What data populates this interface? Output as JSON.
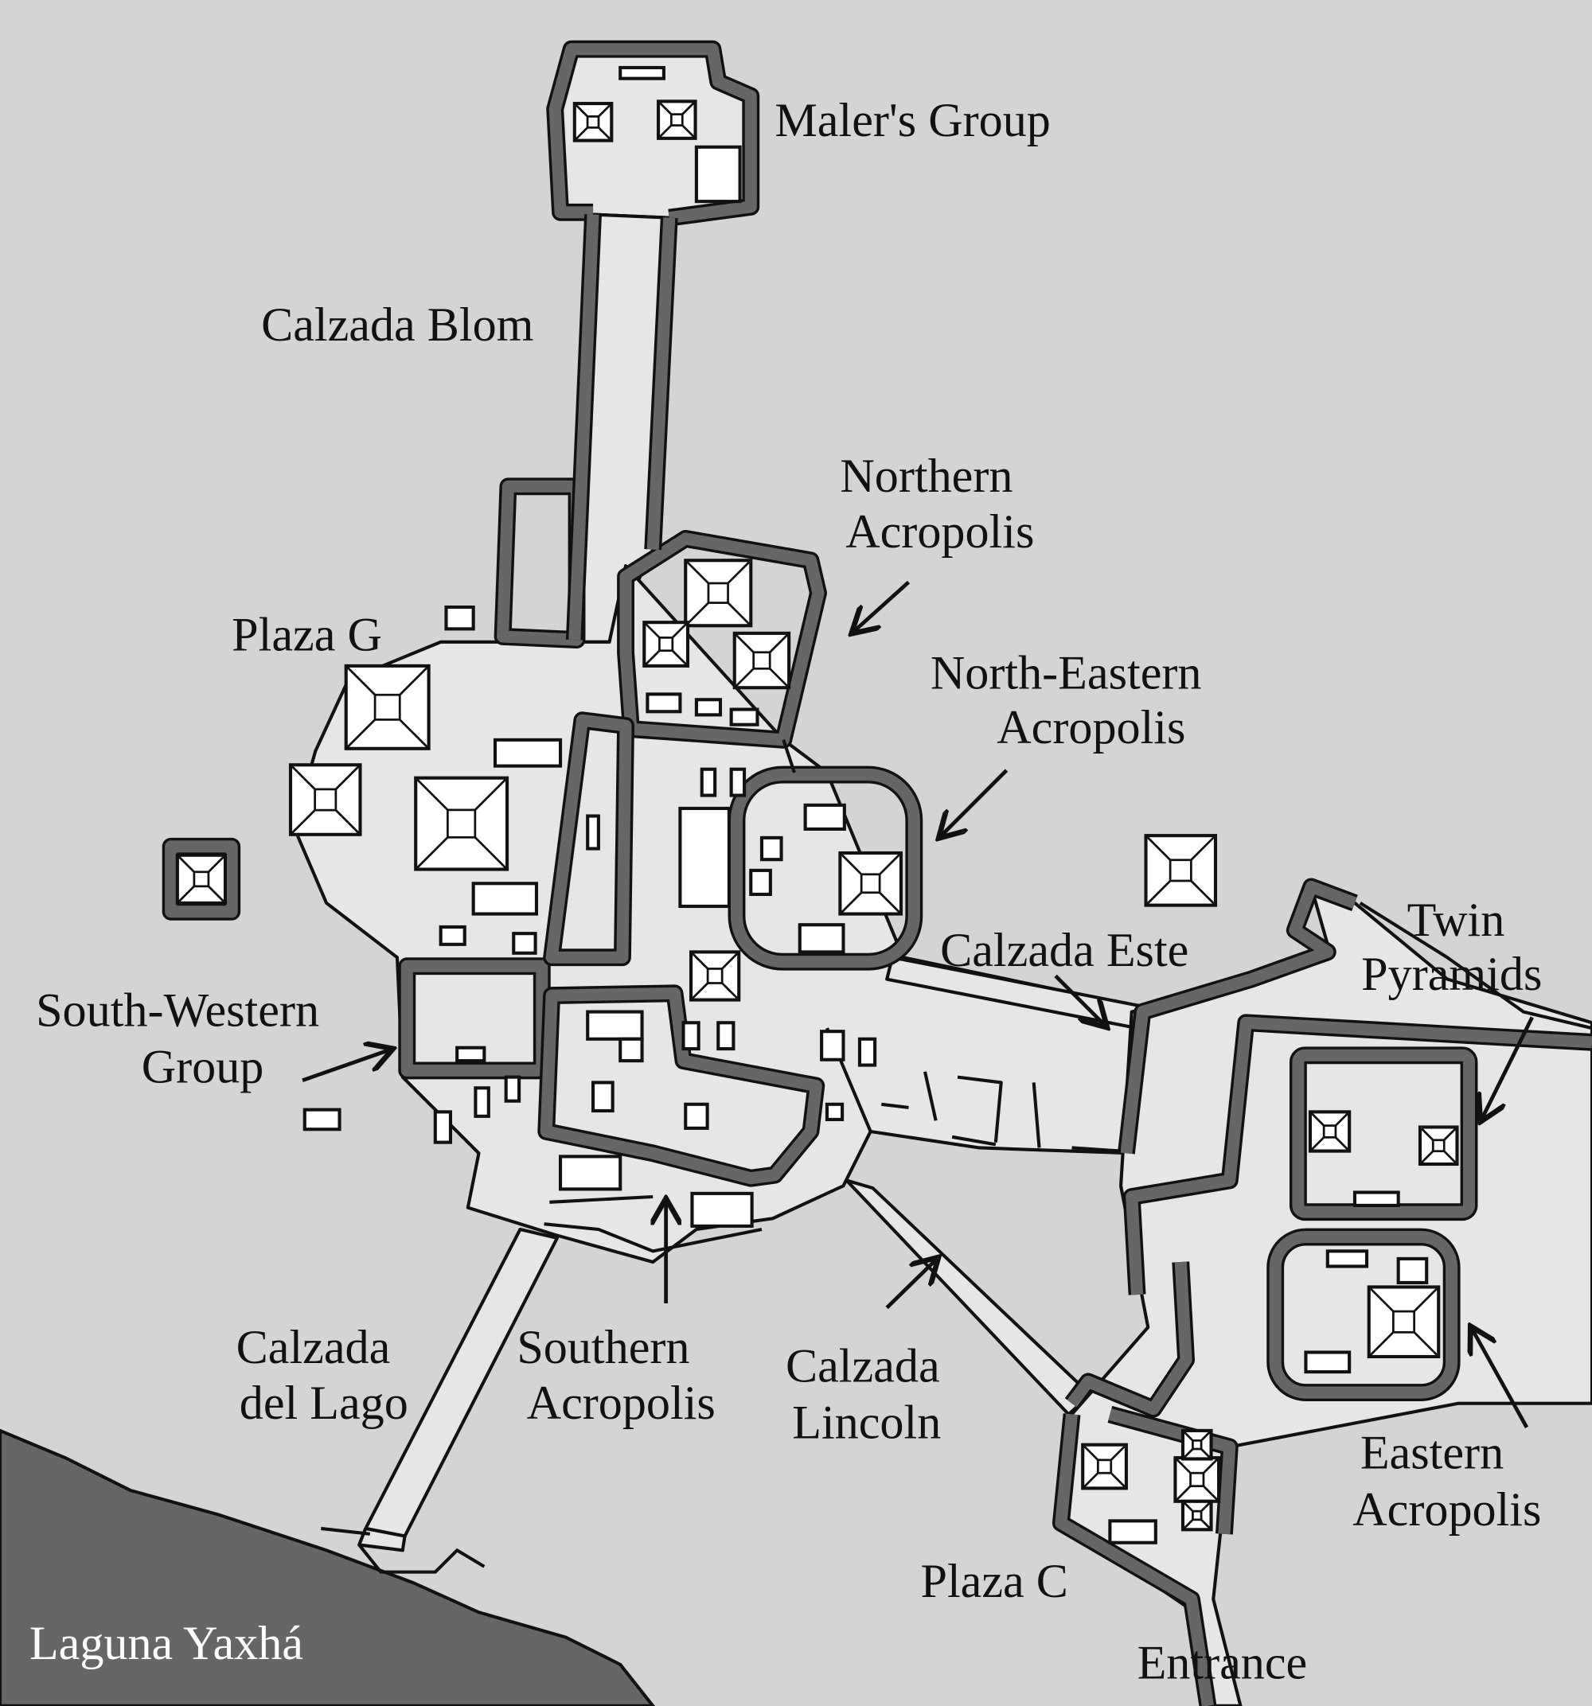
{
  "map": {
    "colors": {
      "ground": "#d4d4d4",
      "site": "#e6e6e6",
      "lake": "#666666",
      "wall": "#666666",
      "ink": "#111111"
    },
    "labels": {
      "malers_group": "Maler's Group",
      "calzada_blom": "Calzada Blom",
      "northern_acropolis": [
        "Northern",
        "Acropolis"
      ],
      "plaza_g": "Plaza G",
      "north_eastern_acropolis": [
        "North-Eastern",
        "Acropolis"
      ],
      "calzada_este": "Calzada Este",
      "twin_pyramids": [
        "Twin",
        "Pyramids"
      ],
      "south_western_group": [
        "South-Western",
        "Group"
      ],
      "calzada_del_lago": [
        "Calzada",
        "del Lago"
      ],
      "southern_acropolis": [
        "Southern",
        "Acropolis"
      ],
      "calzada_lincoln": [
        "Calzada",
        "Lincoln"
      ],
      "eastern_acropolis": [
        "Eastern",
        "Acropolis"
      ],
      "plaza_c": "Plaza C",
      "entrance": "Entrance",
      "laguna_yaxha": "Laguna Yaxhá"
    }
  }
}
